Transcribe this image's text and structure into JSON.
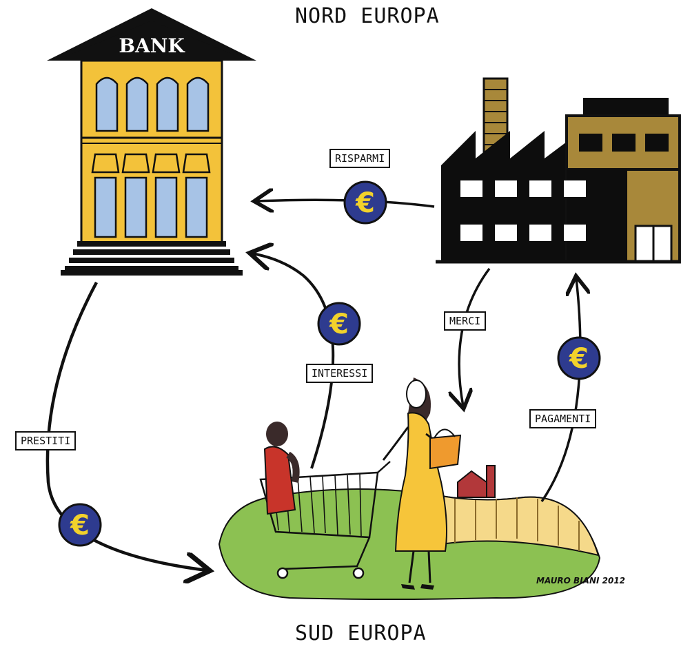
{
  "regions": {
    "north": "NORD EUROPA",
    "south": "SUD EUROPA"
  },
  "bank": {
    "sign": "BANK"
  },
  "flows": {
    "savings": "RISPARMI",
    "goods": "MERCI",
    "payments": "PAGAMENTI",
    "interest": "INTERESSI",
    "loans": "PRESTITI"
  },
  "currency_symbol": "€",
  "signature": "MAURO BIANI 2012",
  "colors": {
    "bank_yellow": "#f3c23a",
    "window_blue": "#a7c3e6",
    "factory_black": "#0d0d0d",
    "factory_brown": "#a8883a",
    "coin_blue": "#2e3b8f",
    "coin_yellow": "#f2d22b",
    "grass_green": "#8cc152",
    "field_yellow": "#f5d98a",
    "dress_yellow": "#f6c53a",
    "dress_red": "#c8342a",
    "bag_orange": "#ef9a2e"
  }
}
